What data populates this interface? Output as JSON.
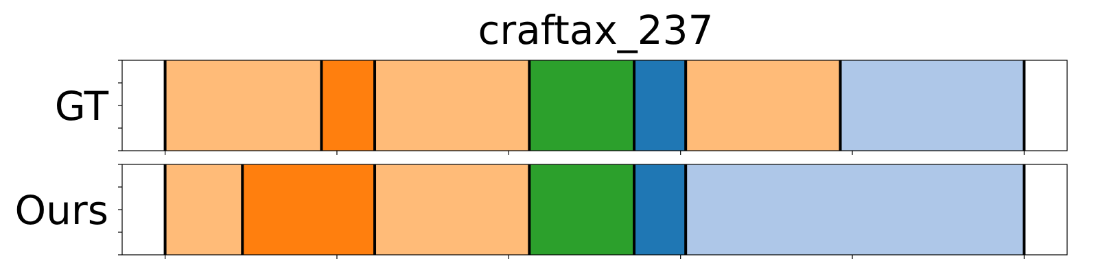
{
  "chart_data": {
    "type": "segmentation-timeline",
    "title": "craftax_237",
    "xlim": [
      0,
      550
    ],
    "x_ticks": [
      25,
      125,
      225,
      325,
      425,
      525
    ],
    "y_ticks_per_row": 5,
    "colors": {
      "light_orange": "#ffbb78",
      "orange": "#ff7f0e",
      "green": "#2ca02c",
      "blue": "#1f77b4",
      "light_blue": "#aec7e8"
    },
    "rows": [
      {
        "label": "GT",
        "segments": [
          {
            "start": 25,
            "end": 116,
            "color": "light_orange"
          },
          {
            "start": 116,
            "end": 147,
            "color": "orange"
          },
          {
            "start": 147,
            "end": 237,
            "color": "light_orange"
          },
          {
            "start": 237,
            "end": 298,
            "color": "green"
          },
          {
            "start": 298,
            "end": 328,
            "color": "blue"
          },
          {
            "start": 328,
            "end": 418,
            "color": "light_orange"
          },
          {
            "start": 418,
            "end": 525,
            "color": "light_blue"
          }
        ]
      },
      {
        "label": "Ours",
        "segments": [
          {
            "start": 25,
            "end": 70,
            "color": "light_orange"
          },
          {
            "start": 70,
            "end": 147,
            "color": "orange"
          },
          {
            "start": 147,
            "end": 237,
            "color": "light_orange"
          },
          {
            "start": 237,
            "end": 298,
            "color": "green"
          },
          {
            "start": 298,
            "end": 328,
            "color": "blue"
          },
          {
            "start": 328,
            "end": 525,
            "color": "light_blue"
          }
        ]
      }
    ]
  }
}
